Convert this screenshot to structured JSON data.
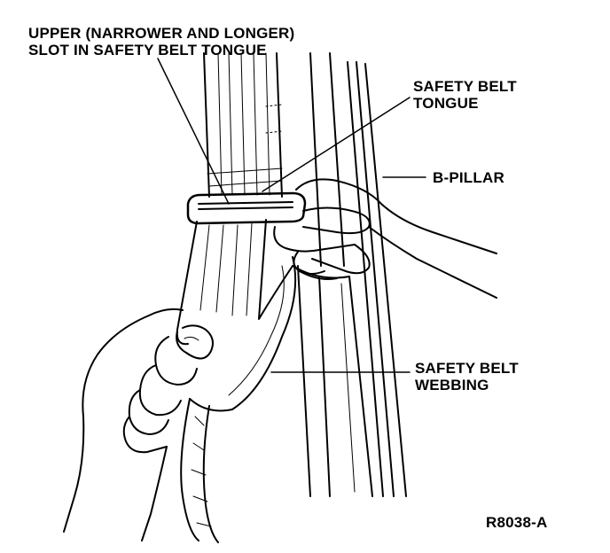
{
  "labels": {
    "upper_slot": {
      "line1": "UPPER (NARROWER AND LONGER)",
      "line2": "SLOT IN SAFETY BELT TONGUE"
    },
    "tongue": {
      "line1": "SAFETY BELT",
      "line2": "TONGUE"
    },
    "pillar": "B-PILLAR",
    "webbing": {
      "line1": "SAFETY BELT",
      "line2": "WEBBING"
    },
    "figure_id": "R8038-A"
  }
}
